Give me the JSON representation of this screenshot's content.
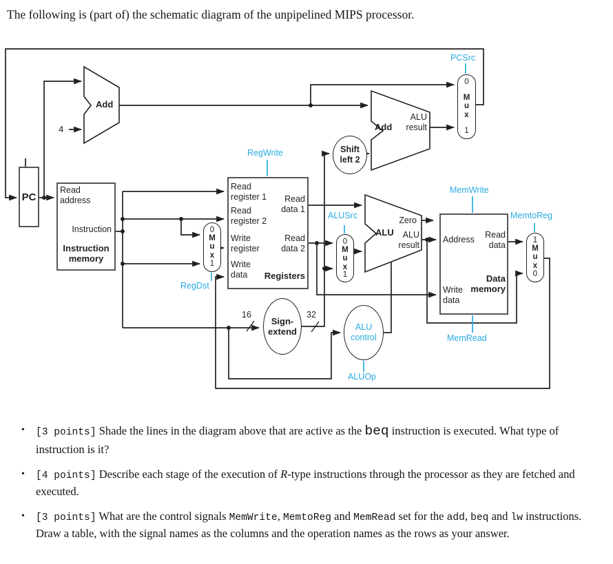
{
  "title": "The following is (part of) the schematic diagram of the unpipelined MIPS processor.",
  "diagram": {
    "control_color": "#29abe2",
    "labels": {
      "pc": "PC",
      "imem_read_address": "Read\naddress",
      "imem_instruction": "Instruction",
      "imem_name": "Instruction\nmemory",
      "reg_read_register_1": "Read\nregister 1",
      "reg_read_register_2": "Read\nregister 2",
      "reg_write_register": "Write\nregister",
      "reg_write_data": "Write\ndata",
      "reg_read_data_1": "Read\ndata 1",
      "reg_read_data_2": "Read\ndata 2",
      "reg_name": "Registers",
      "dm_address": "Address",
      "dm_read_data": "Read\ndata",
      "dm_write_data": "Write\ndata",
      "dm_name": "Data\nmemory",
      "add": "Add",
      "alu": "ALU",
      "alu_result": "ALU\nresult",
      "zero": "Zero",
      "shift_left_2": "Shift\nleft 2",
      "sign_extend": "Sign-\nextend",
      "alu_control": "ALU\ncontrol",
      "const_4": "4",
      "width_16": "16",
      "width_32": "32"
    },
    "control_signals": {
      "pcsrc": "PCSrc",
      "regwrite": "RegWrite",
      "regdst": "RegDst",
      "alusrc": "ALUSrc",
      "memwrite": "MemWrite",
      "memtoreg": "MemtoReg",
      "memread": "MemRead",
      "aluop": "ALUOp"
    },
    "mux": {
      "m": "M",
      "u": "u",
      "x": "x",
      "zero": "0",
      "one": "1"
    }
  },
  "questions": {
    "bullet_char": "•",
    "items": [
      {
        "runs": [
          {
            "t": "[3 points]",
            "s": "tt"
          },
          {
            "t": " Shade the lines in the diagram above that are active as the "
          },
          {
            "t": "beq",
            "s": "ttbig"
          },
          {
            "t": " instruction is executed. What type of instruction is it?"
          }
        ]
      },
      {
        "runs": [
          {
            "t": "[4 points]",
            "s": "tt"
          },
          {
            "t": " Describe each stage of the execution of "
          },
          {
            "t": "R",
            "s": "it"
          },
          {
            "t": "-type instructions through the processor as they are fetched and executed."
          }
        ]
      },
      {
        "runs": [
          {
            "t": "[3 points]",
            "s": "tt"
          },
          {
            "t": " What are the control signals "
          },
          {
            "t": "MemWrite",
            "s": "tt"
          },
          {
            "t": ", "
          },
          {
            "t": "MemtoReg",
            "s": "tt"
          },
          {
            "t": " and "
          },
          {
            "t": "MemRead",
            "s": "tt"
          },
          {
            "t": " set for the "
          },
          {
            "t": "add",
            "s": "tt"
          },
          {
            "t": ", "
          },
          {
            "t": "beq",
            "s": "tt"
          },
          {
            "t": " and "
          },
          {
            "t": "lw",
            "s": "tt"
          },
          {
            "t": " instructions. Draw a table, with the signal names as the columns and the operation names as the rows as your answer."
          }
        ]
      }
    ]
  }
}
